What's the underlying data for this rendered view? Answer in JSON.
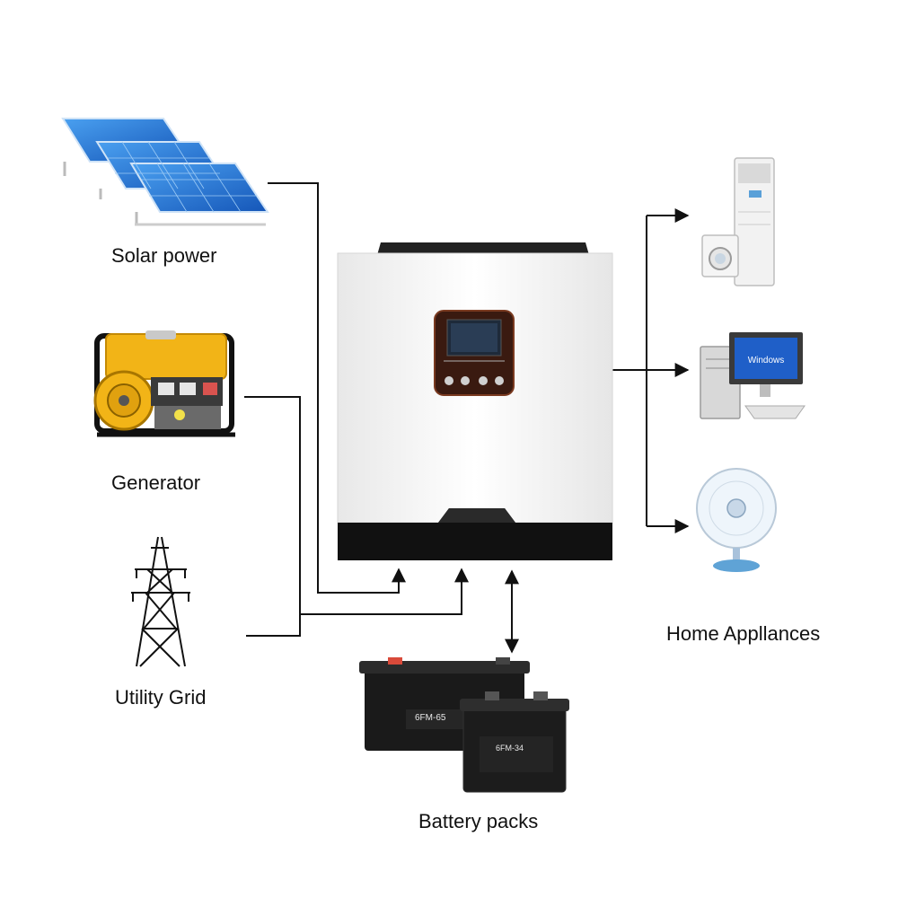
{
  "labels": {
    "solar": "Solar power",
    "generator": "Generator",
    "grid": "Utility Grid",
    "battery": "Battery packs",
    "appliances": "Home Appllances"
  },
  "battery_models": {
    "large": "6FM-65",
    "small": "6FM-34"
  },
  "monitor_text": "Windows",
  "colors": {
    "line": "#111111",
    "inverter_body": "#f4f4f4",
    "inverter_base": "#111111",
    "lcd_frame": "#3a1a10",
    "panel_blue": "#1d6fd8",
    "generator_yellow": "#f2b417",
    "battery_body": "#1a1a1a"
  },
  "icons": [
    "solar-panel-icon",
    "generator-icon",
    "power-tower-icon",
    "inverter-icon",
    "battery-icon",
    "air-conditioner-icon",
    "washing-machine-icon",
    "computer-icon",
    "fan-icon"
  ]
}
